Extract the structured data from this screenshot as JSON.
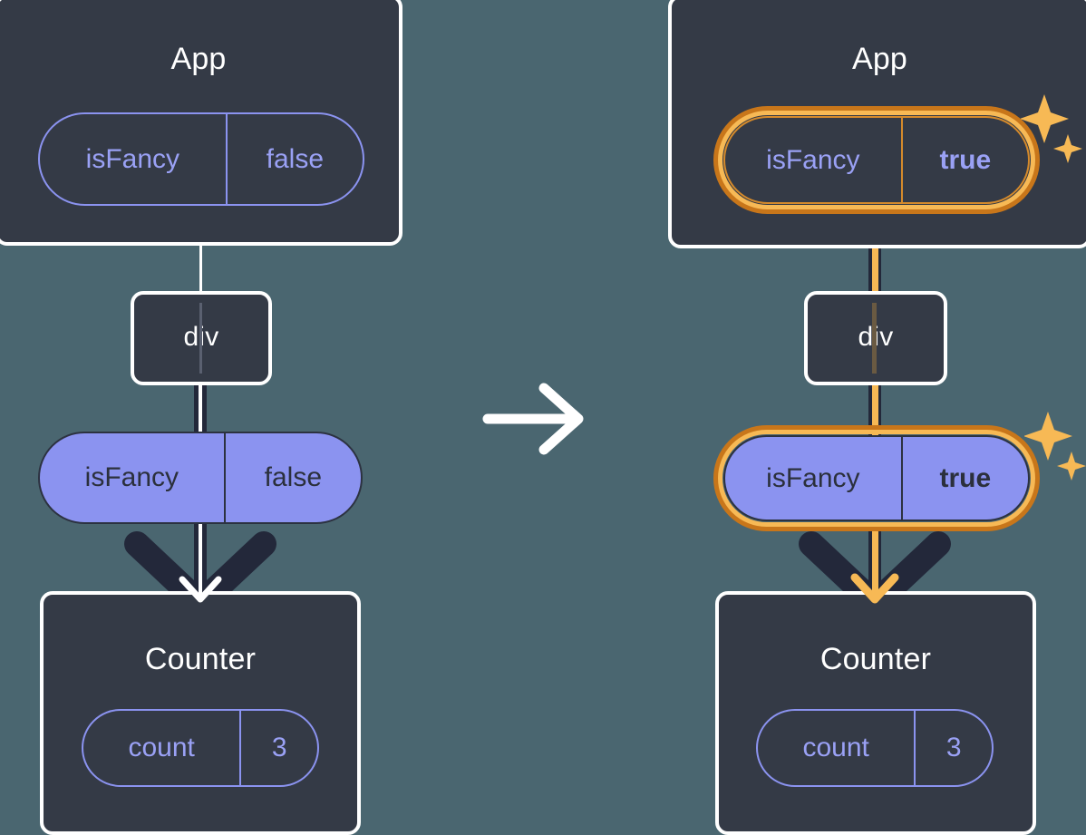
{
  "diagram": {
    "type": "react-state-propagation",
    "background_color": "#4a6670",
    "node_fill": "#343a46",
    "pill_purple": "#8b93f0",
    "highlight_outer": "#c8761a",
    "highlight_inner": "#f7b955",
    "transition_arrow_icon": "right-arrow-icon"
  },
  "before": {
    "app": {
      "title": "App",
      "state": {
        "name": "isFancy",
        "value": "false"
      }
    },
    "div": {
      "title": "div"
    },
    "prop": {
      "name": "isFancy",
      "value": "false"
    },
    "counter": {
      "title": "Counter",
      "state": {
        "name": "count",
        "value": "3"
      }
    }
  },
  "after": {
    "app": {
      "title": "App",
      "state": {
        "name": "isFancy",
        "value": "true"
      },
      "highlighted": true,
      "sparkle_icon": "sparkles-icon"
    },
    "div": {
      "title": "div"
    },
    "prop": {
      "name": "isFancy",
      "value": "true",
      "highlighted": true,
      "sparkle_icon": "sparkles-icon"
    },
    "counter": {
      "title": "Counter",
      "state": {
        "name": "count",
        "value": "3"
      }
    }
  }
}
